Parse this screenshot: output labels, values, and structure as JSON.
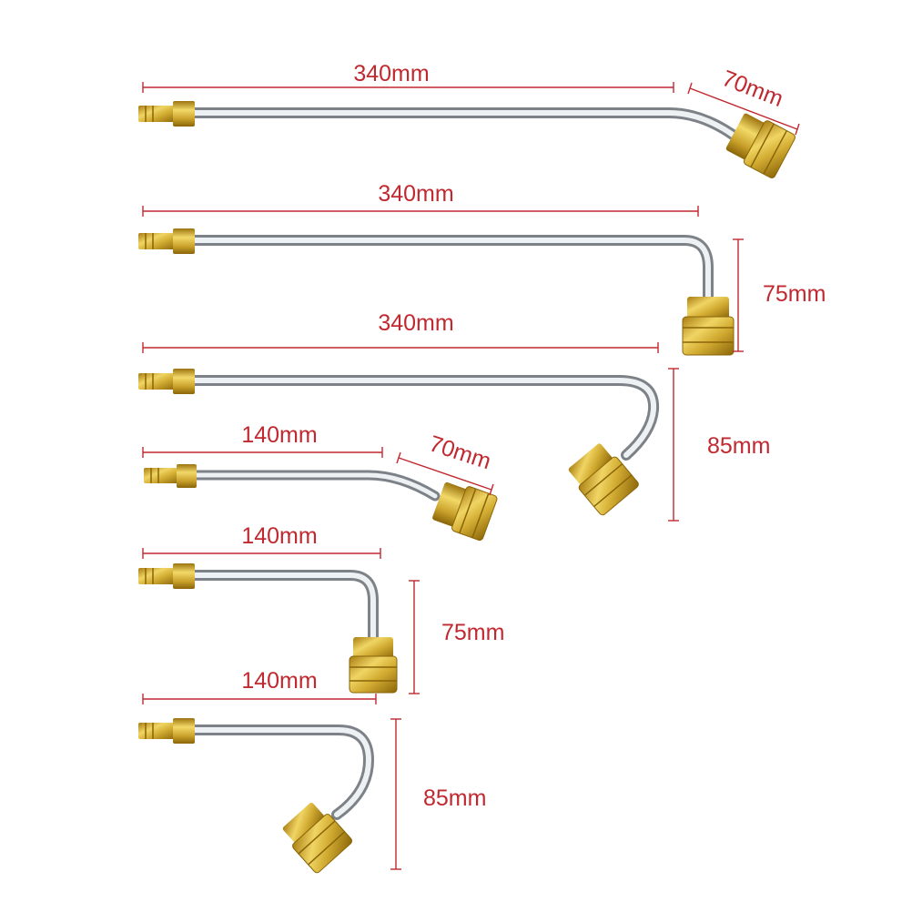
{
  "colors": {
    "dimension": "#c0292f",
    "brass": "#d6b23a",
    "steel": "#cfd3d7"
  },
  "wands": [
    {
      "length": "340mm",
      "bend": "70mm"
    },
    {
      "length": "340mm",
      "bend": "75mm"
    },
    {
      "length": "340mm",
      "bend": "85mm"
    },
    {
      "length": "140mm",
      "bend": "70mm"
    },
    {
      "length": "140mm",
      "bend": "75mm"
    },
    {
      "length": "140mm",
      "bend": "85mm"
    }
  ]
}
